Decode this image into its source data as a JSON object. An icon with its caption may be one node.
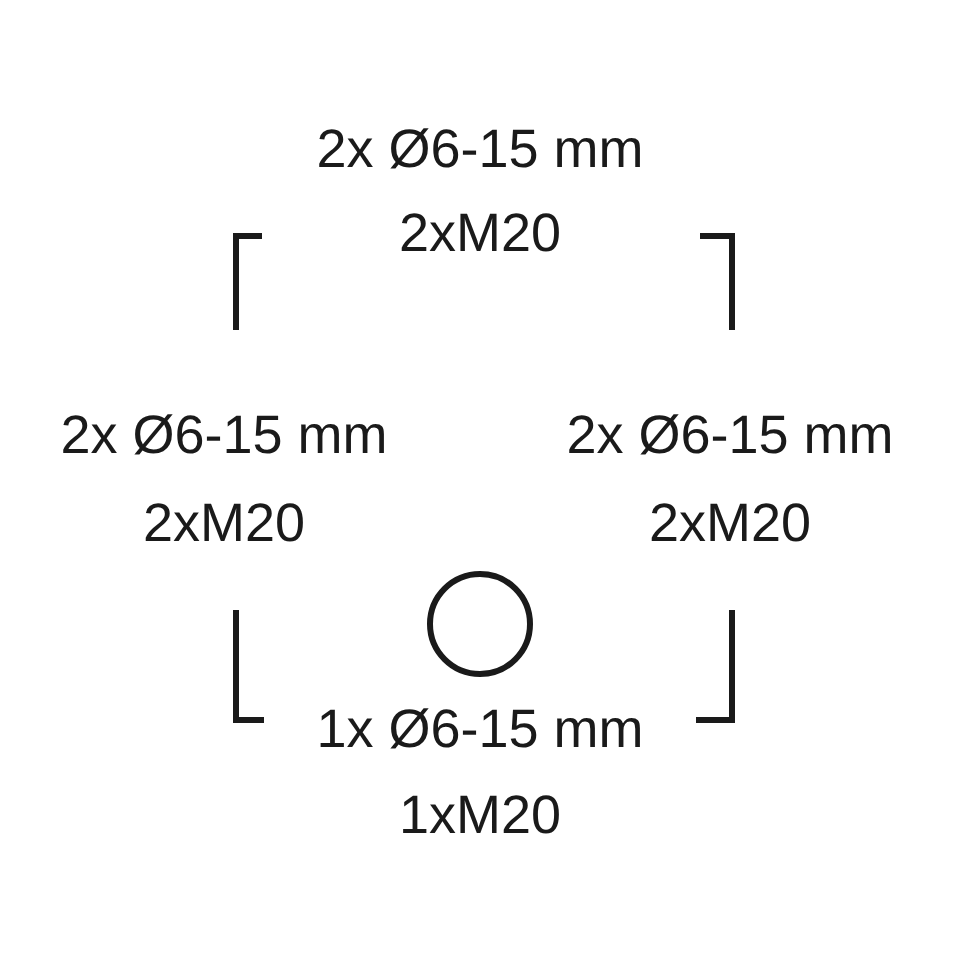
{
  "diagram": {
    "labels": [
      "2x Ø6-15 mm",
      "2xM20",
      "2x Ø6-15 mm",
      "2xM20",
      "2x Ø6-15 mm",
      "2xM20",
      "1x Ø6-15 mm",
      "1xM20"
    ]
  }
}
